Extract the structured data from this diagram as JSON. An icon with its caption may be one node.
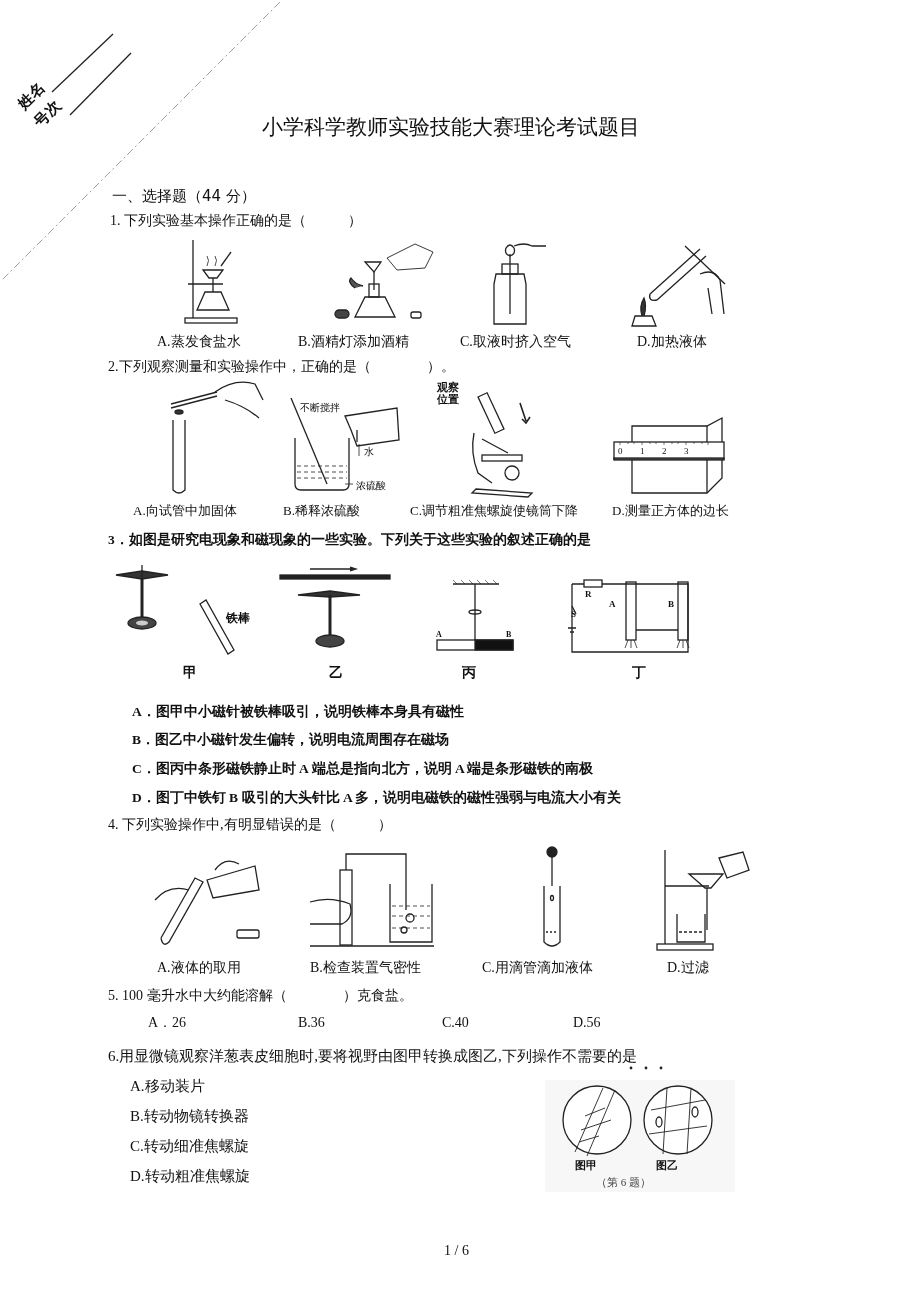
{
  "diagram": {
    "title": "小学科学教师实验技能大赛理论考试题目",
    "labels": [
      "姓名",
      "号次",
      "一、选择题（44 分）",
      "1.  下列实验基本操作正确的是（　　　）",
      "A.蒸发食盐水",
      "B.酒精灯添加酒精",
      "C.取液时挤入空气",
      "D.加热液体",
      "2.下列观察测量和实验操作中，正确的是（　　　　）。",
      "观察位置",
      "不断搅拌",
      "水",
      "浓硫酸",
      "0",
      "1",
      "2",
      "3",
      "A.向试管中加固体",
      "B.稀释浓硫酸",
      "C.调节粗准焦螺旋使镜筒下降",
      "D.测量正方体的边长",
      "3．如图是研究电现象和磁现象的一些实验。下列关于这些实验的叙述正确的是",
      "R",
      "A",
      "B",
      "S",
      "铁棒",
      "A",
      "B",
      "甲",
      "乙",
      "丙",
      "丁",
      "A．图甲中小磁针被铁棒吸引，说明铁棒本身具有磁性",
      "B．图乙中小磁针发生偏转，说明电流周围存在磁场",
      "C．图丙中条形磁铁静止时 A 端总是指向北方，说明 A 端是条形磁铁的南极",
      "D．图丁中铁钉 B 吸引的大头针比 A 多，说明电磁铁的磁性强弱与电流大小有关",
      "4.  下列实验操作中,有明显错误的是（　　　）",
      "A.液体的取用",
      "B.检查装置气密性",
      "C.用滴管滴加液体",
      "D.过滤",
      "5.  100 毫升水中大约能溶解（　　　　）克食盐。",
      "A．26",
      "B.36",
      "C.40",
      "D.56",
      "6.用显微镜观察洋葱表皮细胞时,要将视野由图甲转换成图乙,下列操作不需要的是",
      "A.移动装片",
      "B.转动物镜转换器",
      "C.转动细准焦螺旋",
      "D.转动粗准焦螺旋",
      "图甲",
      "图乙",
      "（第 6 题）",
      "1 / 6"
    ]
  }
}
